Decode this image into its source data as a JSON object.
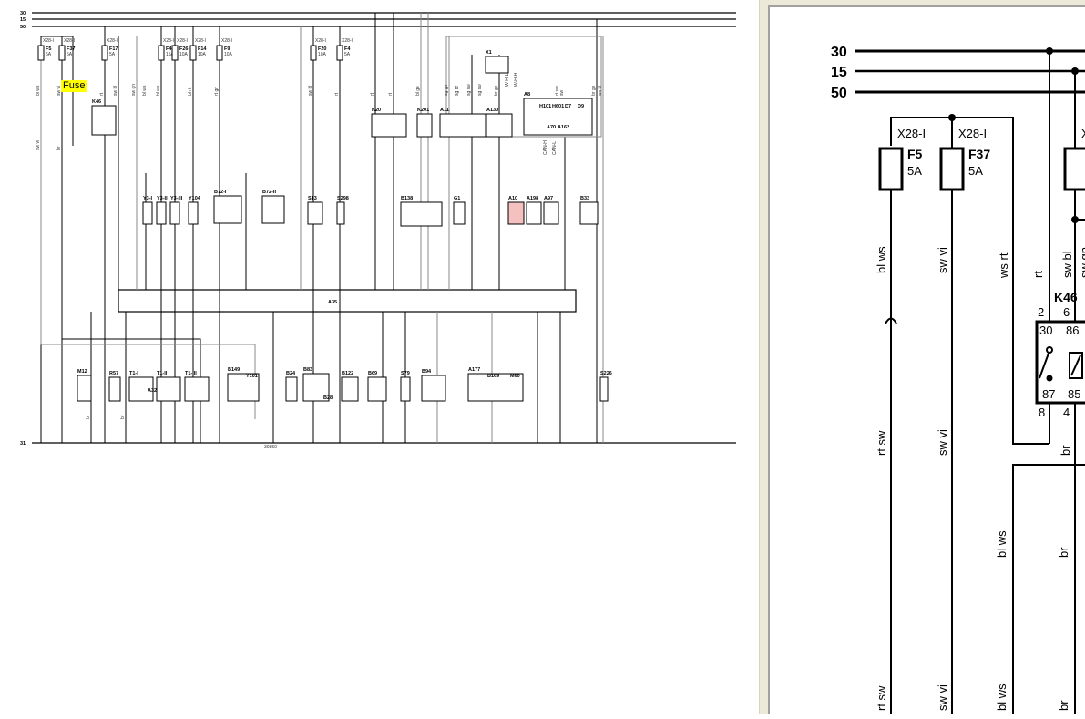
{
  "left_diagram": {
    "bus_labels": [
      "30",
      "15",
      "50"
    ],
    "ground_label": "31",
    "drawing_number": "30850",
    "tooltip": "Fuse",
    "fuses": [
      {
        "name": "F5",
        "rating": "5A",
        "connector": "X28-I"
      },
      {
        "name": "F37",
        "rating": "5A",
        "connector": "X28-I"
      },
      {
        "name": "F17",
        "rating": "5A",
        "connector": "X28-I"
      },
      {
        "name": "F41",
        "rating": "15A",
        "connector": "X28-I"
      },
      {
        "name": "F26",
        "rating": "10A",
        "connector": "X28-I"
      },
      {
        "name": "F14",
        "rating": "10A",
        "connector": "X28-I"
      },
      {
        "name": "F9",
        "rating": "10A",
        "connector": "X28-I"
      },
      {
        "name": "F20",
        "rating": "10A",
        "connector": "X28-I"
      },
      {
        "name": "F4",
        "rating": "5A",
        "connector": "X28-I"
      }
    ],
    "components": [
      "K46",
      "Y3-I",
      "Y3-II",
      "Y3-III",
      "Y104",
      "B72-I",
      "B72-II",
      "S13",
      "S298",
      "K20",
      "K201",
      "A11",
      "A130",
      "X1",
      "A8",
      "A70",
      "A162",
      "H101",
      "H601",
      "D7",
      "D9",
      "B138",
      "G1",
      "A10",
      "A198",
      "A97",
      "B33",
      "A35",
      "M12",
      "R57",
      "T1-I",
      "T1-II",
      "T1-III",
      "A32",
      "B149",
      "Y101",
      "B24",
      "B83",
      "B28",
      "B122",
      "B69",
      "S79",
      "B94",
      "A177",
      "B169",
      "M60",
      "S226"
    ],
    "can_labels": [
      "W-H-L",
      "W-H-H",
      "CAN-H",
      "CAN-L"
    ],
    "wire_labels": [
      "bl ws",
      "sw vi",
      "rt",
      "sw bl",
      "sw gn",
      "bl ws",
      "bl ws",
      "bl rt",
      "rt gn",
      "sw bl",
      "rt",
      "rt",
      "rt",
      "bl ge",
      "sg gn",
      "sg br",
      "sg sw",
      "sg sw",
      "br ge",
      "sw",
      "br ge",
      "ws bl",
      "rt sw",
      "sw vi",
      "br",
      "br",
      "br"
    ]
  },
  "right_view": {
    "bus_labels": [
      "30",
      "15",
      "50"
    ],
    "fuses": [
      {
        "name": "F5",
        "rating": "5A",
        "connector": "X28-I"
      },
      {
        "name": "F37",
        "rating": "5A",
        "connector": "X28-I"
      }
    ],
    "third_connector": "X",
    "relay": {
      "name": "K46",
      "pins_top": [
        "2",
        "6"
      ],
      "pins_bottom": [
        "8",
        "4"
      ],
      "terminals": [
        "30",
        "86",
        "87",
        "85"
      ]
    },
    "wire_labels_upper": [
      "bl ws",
      "sw vi",
      "ws rt",
      "rt",
      "sw bl",
      "sw gn"
    ],
    "wire_labels_mid": [
      "rt sw",
      "sw vi",
      "br"
    ],
    "wire_labels_lower": [
      "bl ws",
      "br"
    ],
    "wire_labels_bottom": [
      "rt sw",
      "sw vi",
      "bl ws",
      "br"
    ]
  }
}
